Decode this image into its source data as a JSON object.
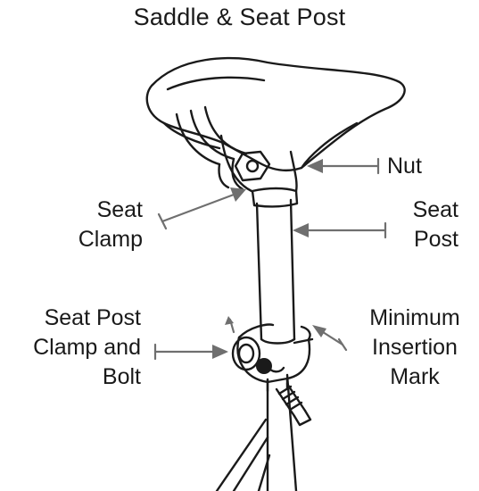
{
  "title": "Saddle & Seat Post",
  "labels": {
    "nut": "Nut",
    "seat_clamp": [
      "Seat",
      "Clamp"
    ],
    "seat_post": [
      "Seat",
      "Post"
    ],
    "seat_post_clamp": [
      "Seat Post",
      "Clamp and",
      "Bolt"
    ],
    "min_insertion": [
      "Minimum",
      "Insertion",
      "Mark"
    ]
  },
  "colors": {
    "ink": "#1a1a1a",
    "arrow": "#6f6f6f",
    "paper": "#ffffff"
  }
}
